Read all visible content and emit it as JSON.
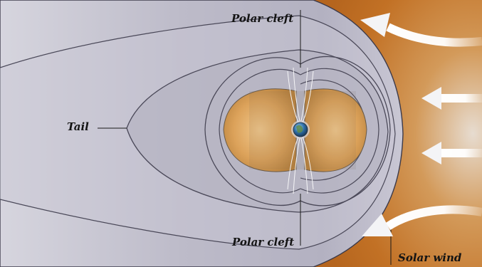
{
  "labels": {
    "polar_cleft_top": "Polar cleft",
    "polar_cleft_bottom": "Polar cleft",
    "tail": "Tail",
    "solar_wind": "Solar wind"
  },
  "colors": {
    "background": "#e8e8eb",
    "magnetosphere_fill": "#b9b7c6",
    "boundary_line": "#3c3a4a",
    "solar_wind_orange": "#c8782e",
    "radiation_belt": "#e0a65c",
    "earth_blue": "#2f6fa8",
    "arrow_white": "#f4f4f6",
    "label_text": "#141414"
  },
  "icons": {
    "earth": "earth-icon",
    "solar_wind_arrows": "arrow-left-icon"
  }
}
